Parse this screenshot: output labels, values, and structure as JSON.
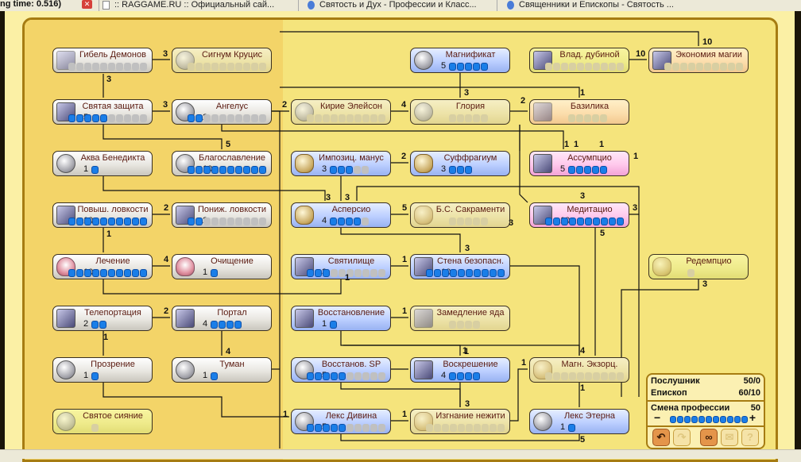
{
  "browser": {
    "load_time_text": "ng time: 0.516)",
    "tabs": [
      {
        "title": ":: RAGGAME.RU :: Официальный сай..."
      },
      {
        "title": "Святость и Дух - Профессии и Класс..."
      },
      {
        "title": "Священники и Епископы - Святость ..."
      }
    ]
  },
  "skills": [
    {
      "id": "gibel",
      "name": "Гибель Демонов",
      "level": null,
      "max": 10,
      "state": "grey"
    },
    {
      "id": "signum",
      "name": "Сигнум Круцис",
      "level": null,
      "max": 10,
      "state": "off"
    },
    {
      "id": "magnificat",
      "name": "Магнификат",
      "level": 5,
      "max": 5,
      "state": "blue"
    },
    {
      "id": "vlad",
      "name": "Влад. дубиной",
      "level": null,
      "max": 10,
      "state": "lime"
    },
    {
      "id": "ekon",
      "name": "Экономия магии",
      "level": null,
      "max": 10,
      "state": "peach"
    },
    {
      "id": "svzash",
      "name": "Святая защита",
      "level": 5,
      "max": 10,
      "state": "grey"
    },
    {
      "id": "angelus",
      "name": "Ангелус",
      "level": 2,
      "max": 10,
      "state": "grey"
    },
    {
      "id": "kirie",
      "name": "Кирие Элейсон",
      "level": null,
      "max": 10,
      "state": "off"
    },
    {
      "id": "gloria",
      "name": "Глория",
      "level": null,
      "max": 5,
      "state": "off"
    },
    {
      "id": "bazilika",
      "name": "Базилика",
      "level": null,
      "max": 5,
      "state": "peach"
    },
    {
      "id": "akva",
      "name": "Аква Бенедикта",
      "level": 1,
      "max": 1,
      "state": "grey"
    },
    {
      "id": "blagosl",
      "name": "Благославление",
      "level": 10,
      "max": 10,
      "state": "grey"
    },
    {
      "id": "impoz",
      "name": "Импозиц. манус",
      "level": 3,
      "max": 5,
      "state": "blue"
    },
    {
      "id": "suffr",
      "name": "Суффрагиум",
      "level": 3,
      "max": 3,
      "state": "blue"
    },
    {
      "id": "assump",
      "name": "Ассумпцио",
      "level": 5,
      "max": 5,
      "state": "pink"
    },
    {
      "id": "povysh",
      "name": "Повыш. ловкости",
      "level": 10,
      "max": 10,
      "state": "grey"
    },
    {
      "id": "ponizh",
      "name": "Пониж. ловкости",
      "level": 2,
      "max": 10,
      "state": "grey"
    },
    {
      "id": "aspersio",
      "name": "Асперсио",
      "level": 4,
      "max": 5,
      "state": "blue"
    },
    {
      "id": "bs",
      "name": "Б.С. Сакраменти",
      "level": null,
      "max": 5,
      "state": "off"
    },
    {
      "id": "medit",
      "name": "Медитацио",
      "level": 10,
      "max": 10,
      "state": "pink"
    },
    {
      "id": "lechenie",
      "name": "Лечение",
      "level": 10,
      "max": 10,
      "state": "grey"
    },
    {
      "id": "ochish",
      "name": "Очищение",
      "level": 1,
      "max": 1,
      "state": "grey"
    },
    {
      "id": "svyatil",
      "name": "Святилище",
      "level": 3,
      "max": 10,
      "state": "blue"
    },
    {
      "id": "stena",
      "name": "Стена безопасн.",
      "level": 10,
      "max": 10,
      "state": "blue"
    },
    {
      "id": "redemp",
      "name": "Редемпцио",
      "level": null,
      "max": 1,
      "state": "lime"
    },
    {
      "id": "teleport",
      "name": "Телепортация",
      "level": 2,
      "max": 2,
      "state": "grey"
    },
    {
      "id": "portal",
      "name": "Портал",
      "level": 4,
      "max": 4,
      "state": "grey"
    },
    {
      "id": "vosst",
      "name": "Восстановление",
      "level": 1,
      "max": 1,
      "state": "blue"
    },
    {
      "id": "zamed",
      "name": "Замедление яда",
      "level": null,
      "max": 4,
      "state": "off"
    },
    {
      "id": "prozr",
      "name": "Прозрение",
      "level": 1,
      "max": 1,
      "state": "grey"
    },
    {
      "id": "tuman",
      "name": "Туман",
      "level": 1,
      "max": 1,
      "state": "grey"
    },
    {
      "id": "vosstsp",
      "name": "Восстанов. SP",
      "level": 5,
      "max": 10,
      "state": "blue"
    },
    {
      "id": "voskr",
      "name": "Воскрешение",
      "level": 4,
      "max": 4,
      "state": "blue"
    },
    {
      "id": "magnekz",
      "name": "Магн. Экзорц.",
      "level": null,
      "max": 10,
      "state": "off"
    },
    {
      "id": "svsiyan",
      "name": "Святое сияние",
      "level": null,
      "max": 1,
      "state": "lime"
    },
    {
      "id": "leksdiv",
      "name": "Лекс Дивина",
      "level": 5,
      "max": 10,
      "state": "blue"
    },
    {
      "id": "izgnan",
      "name": "Изгнание нежити",
      "level": null,
      "max": 10,
      "state": "off"
    },
    {
      "id": "leksetr",
      "name": "Лекс Этерна",
      "level": 1,
      "max": 1,
      "state": "blue"
    }
  ],
  "requirement_labels": [
    "10",
    "3",
    "10",
    "3",
    "3",
    "2",
    "4",
    "3",
    "1",
    "2",
    "1",
    "5",
    "2",
    "3",
    "3",
    "1",
    "1",
    "3",
    "1",
    "3",
    "5",
    "5",
    "3",
    "2",
    "1",
    "4",
    "1",
    "1",
    "1",
    "2",
    "4",
    "3",
    "1",
    "1",
    "4",
    "1",
    "3",
    "1",
    "1",
    "1",
    "5",
    "1",
    "3"
  ],
  "panel": {
    "rows": [
      {
        "label": "Послушник",
        "value": "50/0"
      },
      {
        "label": "Епископ",
        "value": "60/10"
      }
    ],
    "job_change_label": "Смена профессии",
    "job_change_value": "50",
    "job_change_fill": 1.0,
    "minus": "−",
    "plus": "+",
    "buttons": [
      {
        "name": "undo",
        "glyph": "↶",
        "enabled": true
      },
      {
        "name": "redo",
        "glyph": "↷",
        "enabled": false
      },
      {
        "name": "link",
        "glyph": "∞",
        "enabled": true
      },
      {
        "name": "mail",
        "glyph": "✉",
        "enabled": false
      },
      {
        "name": "help",
        "glyph": "?",
        "enabled": false
      }
    ]
  }
}
